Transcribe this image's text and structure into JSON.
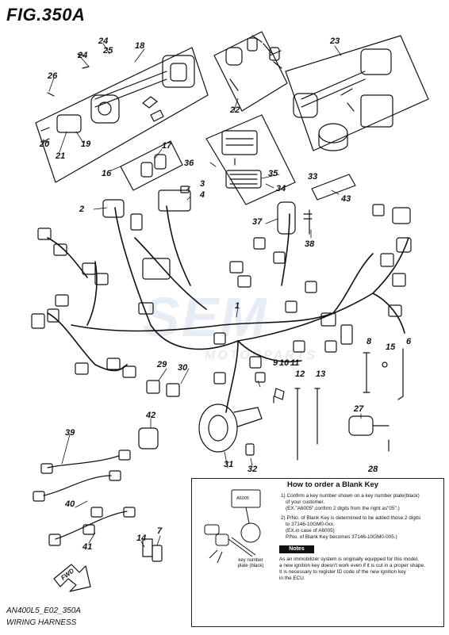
{
  "figure": {
    "title": "FIG.350A"
  },
  "footer": {
    "line1": "AN400L5_E02_350A",
    "line2": "WIRING HARNESS"
  },
  "watermark": {
    "main": "SEM",
    "sub": "MOTORPARTS"
  },
  "callouts": [
    "24",
    "25",
    "24",
    "18",
    "26",
    "20",
    "21",
    "19",
    "22",
    "23",
    "16",
    "17",
    "36",
    "35",
    "33",
    "34",
    "3",
    "4",
    "2",
    "43",
    "37",
    "38",
    "1",
    "29",
    "30",
    "9",
    "10",
    "11",
    "12",
    "13",
    "8",
    "15",
    "6",
    "42",
    "39",
    "27",
    "40",
    "31",
    "32",
    "28",
    "41",
    "14",
    "7"
  ],
  "fwd_arrow": "FWD",
  "blank_key": {
    "title": "How to order a Blank Key",
    "plate_code": "A6005",
    "key_label": "key number plate (black)",
    "steps": [
      "1) Confirm a key number shown on a key number plate(black)",
      "of your customer.",
      "(EX.\"A6005\",confirm 2 digits from the right as\"05\".)",
      "2) P/No. of Blank Key is determined to be added those 2 digits",
      "to 37146-10GM0-0xx.",
      "(EX.in case of A6005)",
      "P/No. of Blank Key becomes 37146-10GM0-005.)"
    ],
    "notes_header": "Notes",
    "notes": [
      "As an immobilizer system is originally equipped for this model,",
      "a new ignition key doesn't work even if it is cut in a proper shape.",
      "It is necessary to register ID code of the new ignition key",
      "in the ECU."
    ]
  },
  "colors": {
    "line": "#111111",
    "watermark": "#c8d8ea",
    "box": "#222222"
  }
}
